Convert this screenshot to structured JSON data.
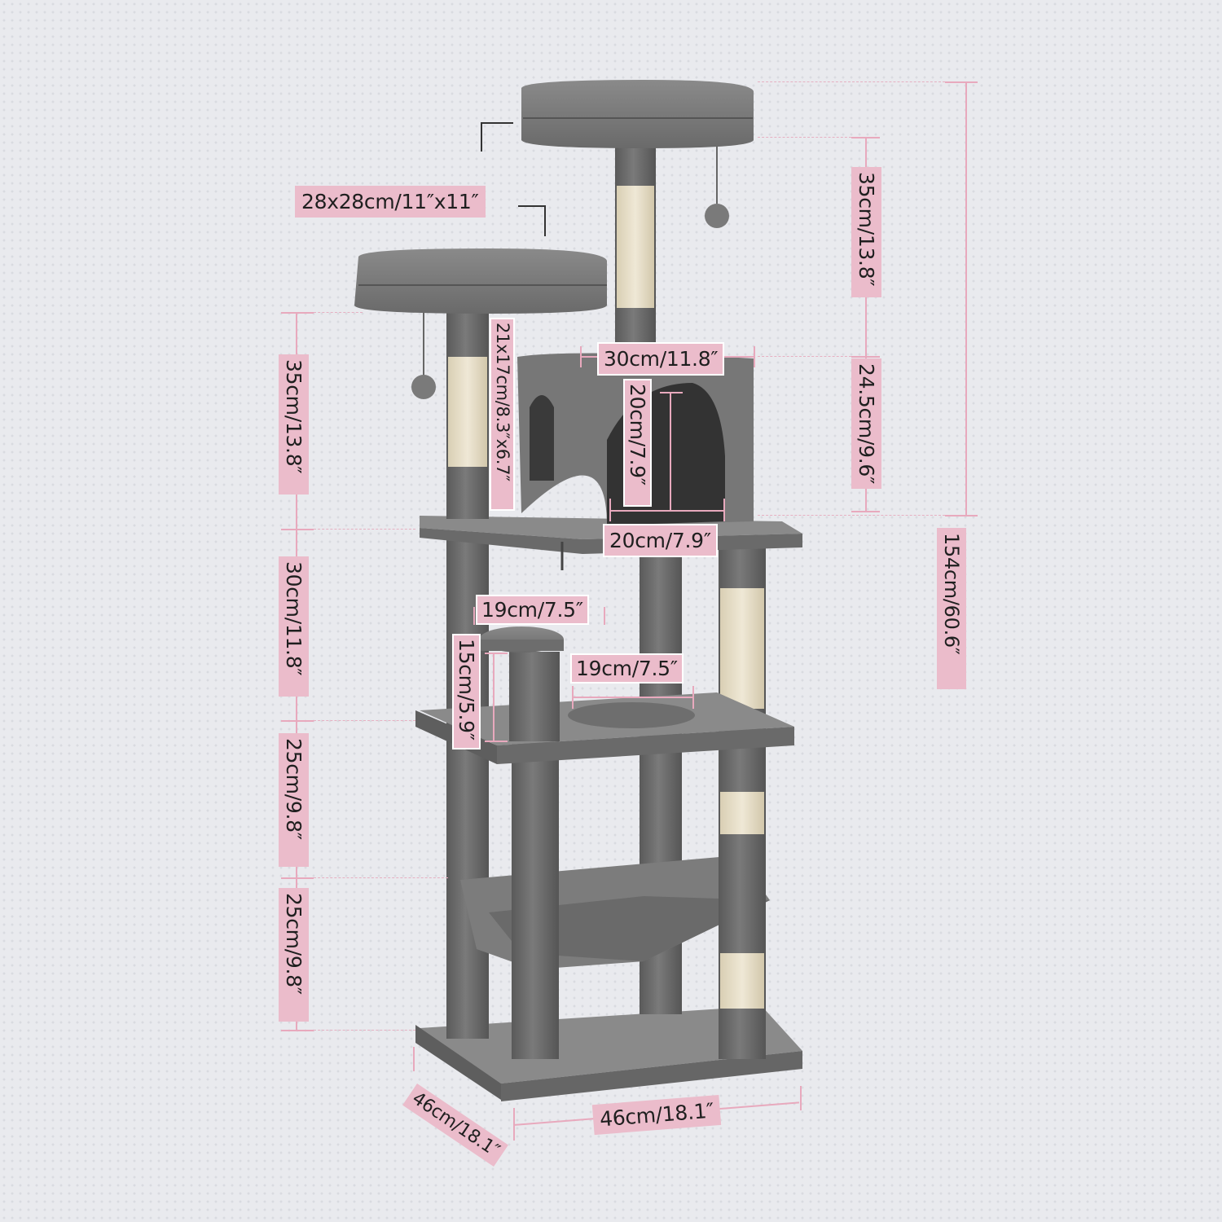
{
  "product": "cat-tree",
  "colors": {
    "label_bg": "#ebbccb",
    "dimension_line": "#e8a9bd",
    "background": "#e9eaee",
    "plush_gray": "#707070",
    "sisal": "#e4dcc6"
  },
  "dimensions": {
    "top_perch_size": "28x28cm/11″x11″",
    "top_post_height_right": "35cm/13.8″",
    "condo_height_right": "24.5cm/9.6″",
    "total_height": "154cm/60.6″",
    "left_perch_post_height": "35cm/13.8″",
    "condo_width": "30cm/11.8″",
    "condo_side_opening": "21x17cm/8.3″x6.7″",
    "condo_front_opening_height": "20cm/7.9″",
    "condo_front_opening_width": "20cm/7.9″",
    "middle_level_height": "30cm/11.8″",
    "small_perch_diameter": "19cm/7.5″",
    "small_perch_height": "15cm/5.9″",
    "platform_hole_diameter": "19cm/7.5″",
    "lower_level_height": "25cm/9.8″",
    "bottom_level_height": "25cm/9.8″",
    "base_depth": "46cm/18.1″",
    "base_width": "46cm/18.1″"
  }
}
